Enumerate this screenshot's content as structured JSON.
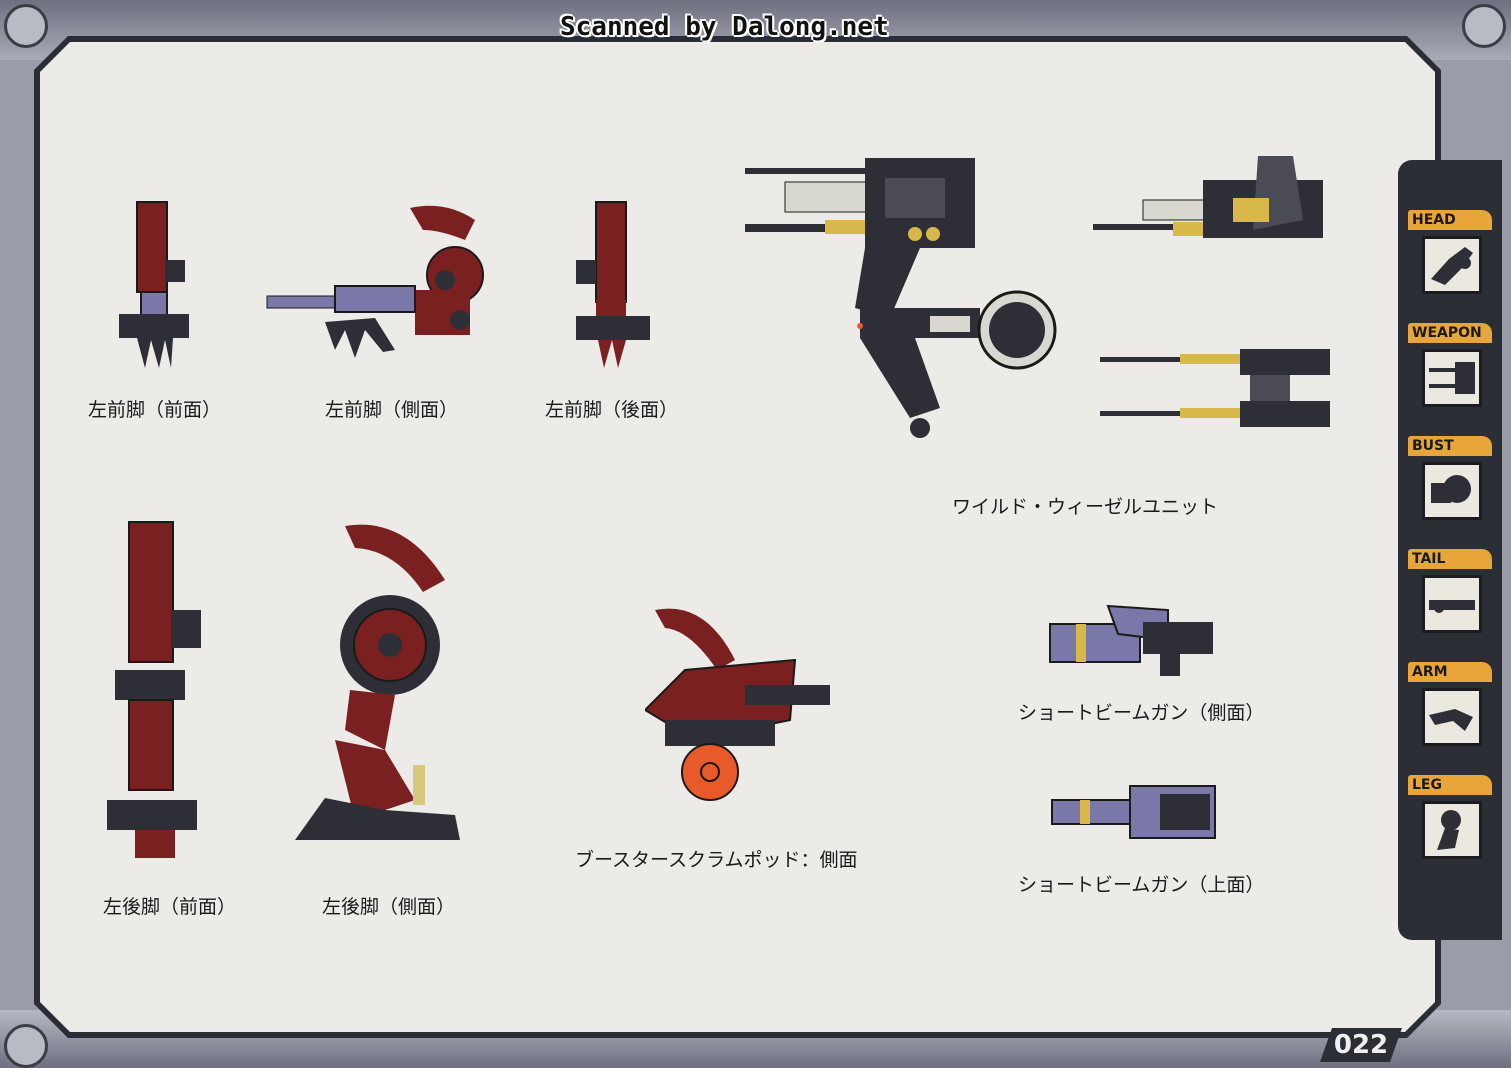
{
  "watermark": "Scanned by Dalong.net",
  "captions": {
    "lf_front": "左前脚（前面）",
    "lf_side": "左前脚（側面）",
    "lf_back": "左前脚（後面）",
    "lr_front": "左後脚（前面）",
    "lr_side": "左後脚（側面）",
    "booster": "ブースタースクラムポッド：側面",
    "weasel": "ワイルド・ウィーゼルユニット",
    "gun_side": "ショートビームガン（側面）",
    "gun_top": "ショートビームガン（上面）"
  },
  "sidebar": {
    "tabs": [
      {
        "label": "HEAD"
      },
      {
        "label": "WEAPON"
      },
      {
        "label": "BUST"
      },
      {
        "label": "TAIL"
      },
      {
        "label": "ARM"
      },
      {
        "label": "LEG"
      }
    ]
  },
  "page_number": "022",
  "colors": {
    "red": "#7a2020",
    "dark": "#2e2f36",
    "purple": "#7a78a8",
    "yellow": "#d8b84a",
    "orange": "#e85a2a",
    "accent": "#e8a63a"
  }
}
